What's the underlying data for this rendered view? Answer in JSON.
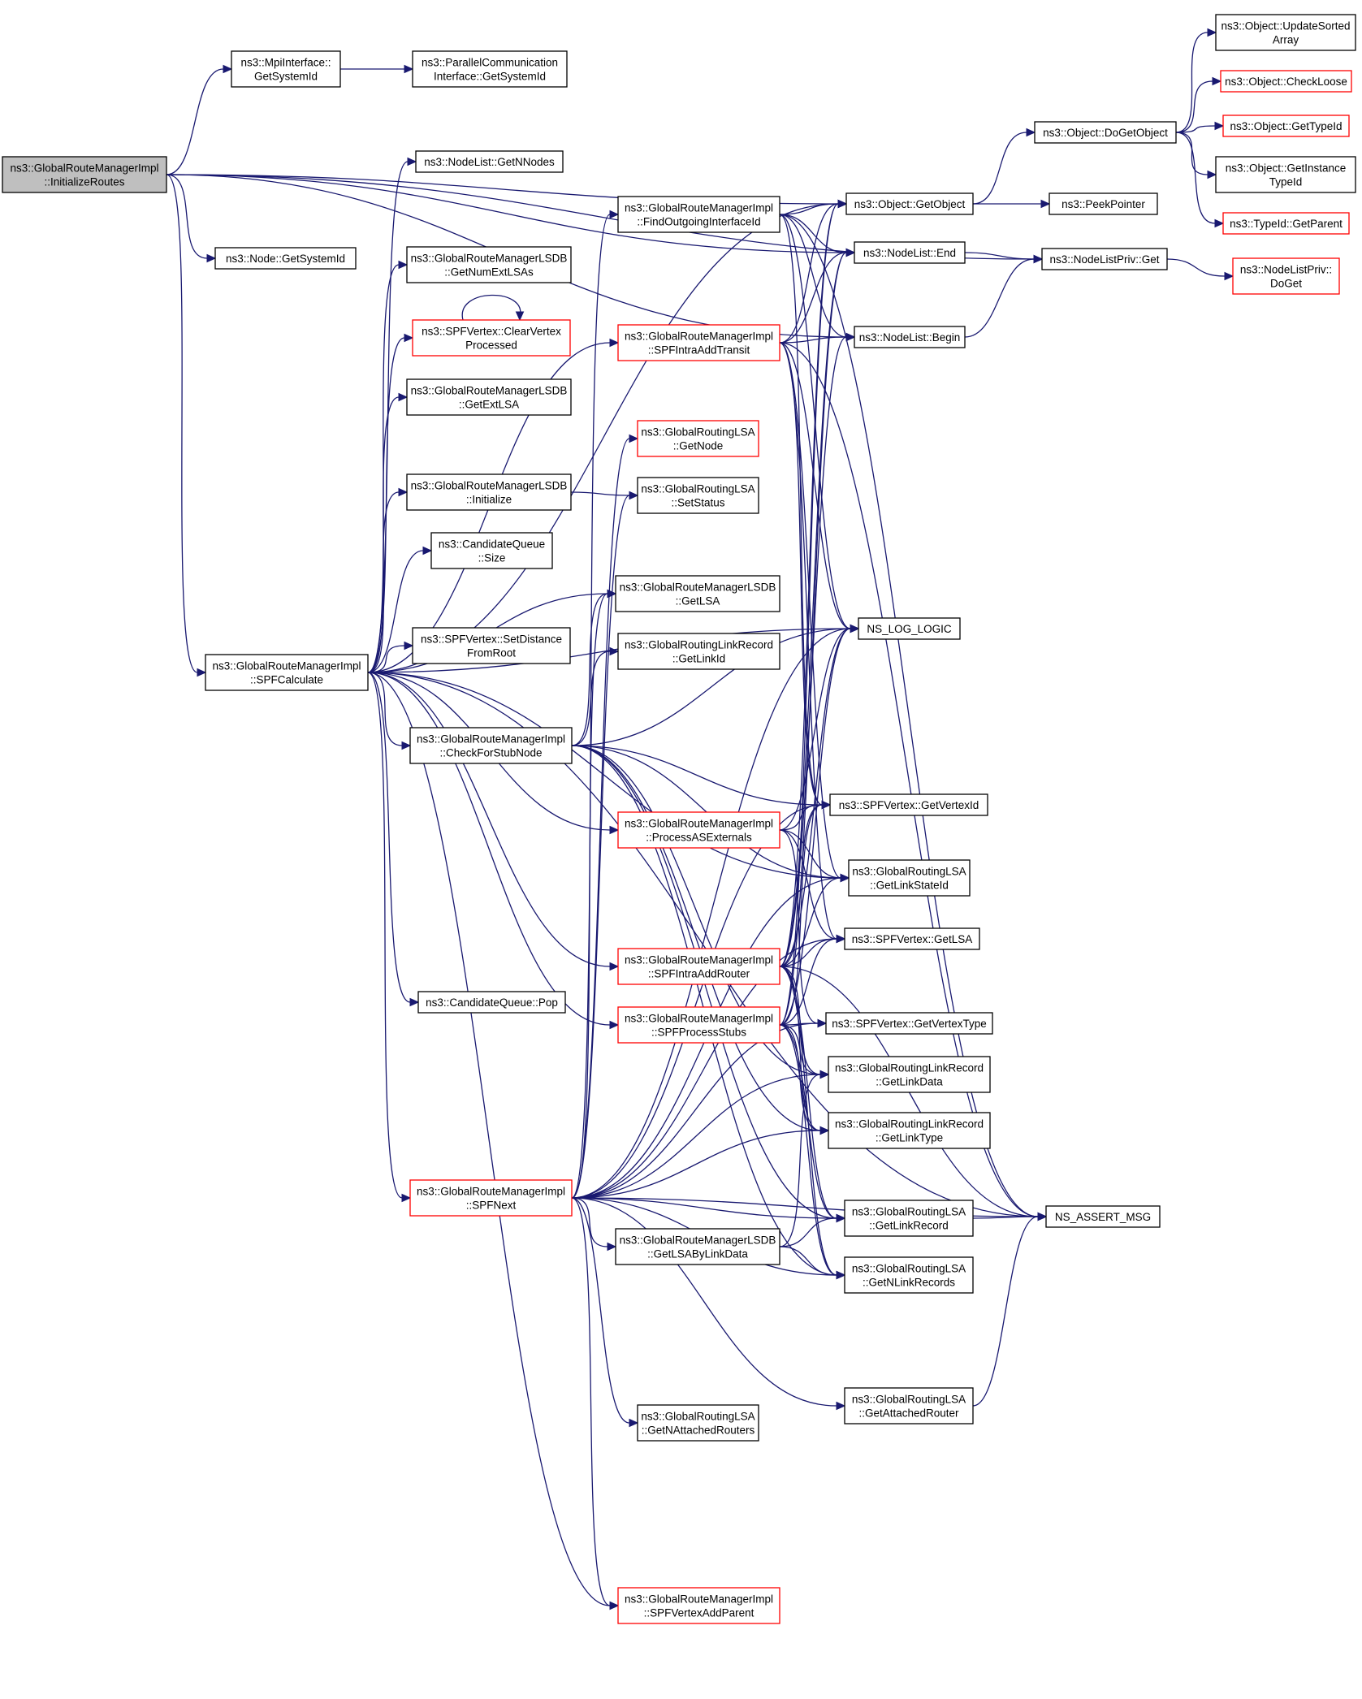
{
  "diagram": {
    "type": "call-graph",
    "root": "InitializeRoutes",
    "colors": {
      "edge": "#191970",
      "root_fill": "#bfbfbf",
      "node_border": "#000000",
      "truncated_border": "#ff0000"
    },
    "nodes": [
      {
        "id": "InitializeRoutes",
        "lines": [
          "ns3::GlobalRouteManagerImpl",
          "::InitializeRoutes"
        ],
        "style": "root"
      },
      {
        "id": "MpiGetSystemId",
        "lines": [
          "ns3::MpiInterface::",
          "GetSystemId"
        ],
        "style": "normal"
      },
      {
        "id": "ParallelGetSystemId",
        "lines": [
          "ns3::ParallelCommunication",
          "Interface::GetSystemId"
        ],
        "style": "normal"
      },
      {
        "id": "GetNNodes",
        "lines": [
          "ns3::NodeList::GetNNodes"
        ],
        "style": "normal"
      },
      {
        "id": "NodeGetSystemId",
        "lines": [
          "ns3::Node::GetSystemId"
        ],
        "style": "normal"
      },
      {
        "id": "GetNumExtLSAs",
        "lines": [
          "ns3::GlobalRouteManagerLSDB",
          "::GetNumExtLSAs"
        ],
        "style": "normal"
      },
      {
        "id": "ClearVertexProcessed",
        "lines": [
          "ns3::SPFVertex::ClearVertex",
          "Processed"
        ],
        "style": "red"
      },
      {
        "id": "GetExtLSA",
        "lines": [
          "ns3::GlobalRouteManagerLSDB",
          "::GetExtLSA"
        ],
        "style": "normal"
      },
      {
        "id": "LSDBInitialize",
        "lines": [
          "ns3::GlobalRouteManagerLSDB",
          "::Initialize"
        ],
        "style": "normal"
      },
      {
        "id": "CQSize",
        "lines": [
          "ns3::CandidateQueue",
          "::Size"
        ],
        "style": "normal"
      },
      {
        "id": "SetDistanceFromRoot",
        "lines": [
          "ns3::SPFVertex::SetDistance",
          "FromRoot"
        ],
        "style": "normal"
      },
      {
        "id": "SPFCalculate",
        "lines": [
          "ns3::GlobalRouteManagerImpl",
          "::SPFCalculate"
        ],
        "style": "normal"
      },
      {
        "id": "CheckForStubNode",
        "lines": [
          "ns3::GlobalRouteManagerImpl",
          "::CheckForStubNode"
        ],
        "style": "normal"
      },
      {
        "id": "CQPop",
        "lines": [
          "ns3::CandidateQueue::Pop"
        ],
        "style": "normal"
      },
      {
        "id": "SPFNext",
        "lines": [
          "ns3::GlobalRouteManagerImpl",
          "::SPFNext"
        ],
        "style": "red"
      },
      {
        "id": "FindOutgoingInterfaceId",
        "lines": [
          "ns3::GlobalRouteManagerImpl",
          "::FindOutgoingInterfaceId"
        ],
        "style": "normal"
      },
      {
        "id": "SPFIntraAddTransit",
        "lines": [
          "ns3::GlobalRouteManagerImpl",
          "::SPFIntraAddTransit"
        ],
        "style": "red"
      },
      {
        "id": "LSAGetNode",
        "lines": [
          "ns3::GlobalRoutingLSA",
          "::GetNode"
        ],
        "style": "red"
      },
      {
        "id": "LSASetStatus",
        "lines": [
          "ns3::GlobalRoutingLSA",
          "::SetStatus"
        ],
        "style": "normal"
      },
      {
        "id": "LSDBGetLSA",
        "lines": [
          "ns3::GlobalRouteManagerLSDB",
          "::GetLSA"
        ],
        "style": "normal"
      },
      {
        "id": "LinkRecordGetLinkId",
        "lines": [
          "ns3::GlobalRoutingLinkRecord",
          "::GetLinkId"
        ],
        "style": "normal"
      },
      {
        "id": "ProcessASExternals",
        "lines": [
          "ns3::GlobalRouteManagerImpl",
          "::ProcessASExternals"
        ],
        "style": "red"
      },
      {
        "id": "SPFIntraAddRouter",
        "lines": [
          "ns3::GlobalRouteManagerImpl",
          "::SPFIntraAddRouter"
        ],
        "style": "red"
      },
      {
        "id": "SPFProcessStubs",
        "lines": [
          "ns3::GlobalRouteManagerImpl",
          "::SPFProcessStubs"
        ],
        "style": "red"
      },
      {
        "id": "GetLSAByLinkData",
        "lines": [
          "ns3::GlobalRouteManagerLSDB",
          "::GetLSAByLinkData"
        ],
        "style": "normal"
      },
      {
        "id": "GetNAttachedRouters",
        "lines": [
          "ns3::GlobalRoutingLSA",
          "::GetNAttachedRouters"
        ],
        "style": "normal"
      },
      {
        "id": "SPFVertexAddParent",
        "lines": [
          "ns3::GlobalRouteManagerImpl",
          "::SPFVertexAddParent"
        ],
        "style": "red"
      },
      {
        "id": "GetObject",
        "lines": [
          "ns3::Object::GetObject"
        ],
        "style": "normal"
      },
      {
        "id": "NodeListEnd",
        "lines": [
          "ns3::NodeList::End"
        ],
        "style": "normal"
      },
      {
        "id": "NodeListBegin",
        "lines": [
          "ns3::NodeList::Begin"
        ],
        "style": "normal"
      },
      {
        "id": "NS_LOG_LOGIC",
        "lines": [
          "NS_LOG_LOGIC"
        ],
        "style": "normal"
      },
      {
        "id": "GetVertexId",
        "lines": [
          "ns3::SPFVertex::GetVertexId"
        ],
        "style": "normal"
      },
      {
        "id": "GetLinkStateId",
        "lines": [
          "ns3::GlobalRoutingLSA",
          "::GetLinkStateId"
        ],
        "style": "normal"
      },
      {
        "id": "VertexGetLSA",
        "lines": [
          "ns3::SPFVertex::GetLSA"
        ],
        "style": "normal"
      },
      {
        "id": "GetVertexType",
        "lines": [
          "ns3::SPFVertex::GetVertexType"
        ],
        "style": "normal"
      },
      {
        "id": "LinkRecordGetLinkData",
        "lines": [
          "ns3::GlobalRoutingLinkRecord",
          "::GetLinkData"
        ],
        "style": "normal"
      },
      {
        "id": "LinkRecordGetLinkType",
        "lines": [
          "ns3::GlobalRoutingLinkRecord",
          "::GetLinkType"
        ],
        "style": "normal"
      },
      {
        "id": "LSAGetLinkRecord",
        "lines": [
          "ns3::GlobalRoutingLSA",
          "::GetLinkRecord"
        ],
        "style": "normal"
      },
      {
        "id": "LSAGetNLinkRecords",
        "lines": [
          "ns3::GlobalRoutingLSA",
          "::GetNLinkRecords"
        ],
        "style": "normal"
      },
      {
        "id": "GetAttachedRouter",
        "lines": [
          "ns3::GlobalRoutingLSA",
          "::GetAttachedRouter"
        ],
        "style": "normal"
      },
      {
        "id": "NS_ASSERT_MSG",
        "lines": [
          "NS_ASSERT_MSG"
        ],
        "style": "normal"
      },
      {
        "id": "DoGetObject",
        "lines": [
          "ns3::Object::DoGetObject"
        ],
        "style": "normal"
      },
      {
        "id": "PeekPointer",
        "lines": [
          "ns3::PeekPointer"
        ],
        "style": "normal"
      },
      {
        "id": "NodeListPrivGet",
        "lines": [
          "ns3::NodeListPriv::Get"
        ],
        "style": "normal"
      },
      {
        "id": "UpdateSortedArray",
        "lines": [
          "ns3::Object::UpdateSorted",
          "Array"
        ],
        "style": "normal"
      },
      {
        "id": "CheckLoose",
        "lines": [
          "ns3::Object::CheckLoose"
        ],
        "style": "red"
      },
      {
        "id": "GetTypeId",
        "lines": [
          "ns3::Object::GetTypeId"
        ],
        "style": "red"
      },
      {
        "id": "GetInstanceTypeId",
        "lines": [
          "ns3::Object::GetInstance",
          "TypeId"
        ],
        "style": "normal"
      },
      {
        "id": "TypeIdGetParent",
        "lines": [
          "ns3::TypeId::GetParent"
        ],
        "style": "red"
      },
      {
        "id": "NodeListPrivDoGet",
        "lines": [
          "ns3::NodeListPriv::",
          "DoGet"
        ],
        "style": "red"
      }
    ],
    "edges": [
      [
        "InitializeRoutes",
        "MpiGetSystemId"
      ],
      [
        "InitializeRoutes",
        "GetObject"
      ],
      [
        "InitializeRoutes",
        "NodeListEnd"
      ],
      [
        "InitializeRoutes",
        "NodeListBegin"
      ],
      [
        "InitializeRoutes",
        "NodeListPrivGet"
      ],
      [
        "InitializeRoutes",
        "NodeGetSystemId"
      ],
      [
        "InitializeRoutes",
        "SPFCalculate"
      ],
      [
        "MpiGetSystemId",
        "ParallelGetSystemId"
      ],
      [
        "ClearVertexProcessed",
        "ClearVertexProcessed"
      ],
      [
        "LSDBInitialize",
        "LSASetStatus"
      ],
      [
        "SPFCalculate",
        "GetNNodes"
      ],
      [
        "SPFCalculate",
        "GetNumExtLSAs"
      ],
      [
        "SPFCalculate",
        "ClearVertexProcessed"
      ],
      [
        "SPFCalculate",
        "GetExtLSA"
      ],
      [
        "SPFCalculate",
        "LSDBInitialize"
      ],
      [
        "SPFCalculate",
        "CQSize"
      ],
      [
        "SPFCalculate",
        "SetDistanceFromRoot"
      ],
      [
        "SPFCalculate",
        "CheckForStubNode"
      ],
      [
        "SPFCalculate",
        "CQPop"
      ],
      [
        "SPFCalculate",
        "SPFNext"
      ],
      [
        "SPFCalculate",
        "ProcessASExternals"
      ],
      [
        "SPFCalculate",
        "SPFIntraAddTransit"
      ],
      [
        "SPFCalculate",
        "SPFIntraAddRouter"
      ],
      [
        "SPFCalculate",
        "SPFProcessStubs"
      ],
      [
        "SPFCalculate",
        "GetObject"
      ],
      [
        "SPFCalculate",
        "NS_LOG_LOGIC"
      ],
      [
        "SPFCalculate",
        "GetLinkStateId"
      ],
      [
        "SPFCalculate",
        "LSDBGetLSA"
      ],
      [
        "SPFCalculate",
        "NS_ASSERT_MSG"
      ],
      [
        "SPFCalculate",
        "SPFVertexAddParent"
      ],
      [
        "CheckForStubNode",
        "LSDBGetLSA"
      ],
      [
        "CheckForStubNode",
        "LinkRecordGetLinkId"
      ],
      [
        "CheckForStubNode",
        "GetVertexId"
      ],
      [
        "CheckForStubNode",
        "GetLinkStateId"
      ],
      [
        "CheckForStubNode",
        "NS_LOG_LOGIC"
      ],
      [
        "CheckForStubNode",
        "LinkRecordGetLinkData"
      ],
      [
        "CheckForStubNode",
        "LinkRecordGetLinkType"
      ],
      [
        "CheckForStubNode",
        "LSAGetNLinkRecords"
      ],
      [
        "CheckForStubNode",
        "LSAGetLinkRecord"
      ],
      [
        "FindOutgoingInterfaceId",
        "GetObject"
      ],
      [
        "FindOutgoingInterfaceId",
        "NodeListEnd"
      ],
      [
        "FindOutgoingInterfaceId",
        "NodeListBegin"
      ],
      [
        "FindOutgoingInterfaceId",
        "NS_LOG_LOGIC"
      ],
      [
        "FindOutgoingInterfaceId",
        "NS_ASSERT_MSG"
      ],
      [
        "FindOutgoingInterfaceId",
        "GetVertexId"
      ],
      [
        "SPFIntraAddTransit",
        "NodeListBegin"
      ],
      [
        "SPFIntraAddTransit",
        "NodeListEnd"
      ],
      [
        "SPFIntraAddTransit",
        "GetObject"
      ],
      [
        "SPFIntraAddTransit",
        "NS_LOG_LOGIC"
      ],
      [
        "SPFIntraAddTransit",
        "NS_ASSERT_MSG"
      ],
      [
        "SPFIntraAddTransit",
        "GetVertexId"
      ],
      [
        "SPFIntraAddTransit",
        "GetLinkStateId"
      ],
      [
        "SPFIntraAddTransit",
        "VertexGetLSA"
      ],
      [
        "ProcessASExternals",
        "GetVertexId"
      ],
      [
        "ProcessASExternals",
        "GetLinkStateId"
      ],
      [
        "ProcessASExternals",
        "VertexGetLSA"
      ],
      [
        "ProcessASExternals",
        "GetVertexType"
      ],
      [
        "ProcessASExternals",
        "NS_LOG_LOGIC"
      ],
      [
        "SPFIntraAddRouter",
        "NodeListBegin"
      ],
      [
        "SPFIntraAddRouter",
        "NodeListEnd"
      ],
      [
        "SPFIntraAddRouter",
        "GetObject"
      ],
      [
        "SPFIntraAddRouter",
        "NS_LOG_LOGIC"
      ],
      [
        "SPFIntraAddRouter",
        "GetVertexId"
      ],
      [
        "SPFIntraAddRouter",
        "GetLinkStateId"
      ],
      [
        "SPFIntraAddRouter",
        "VertexGetLSA"
      ],
      [
        "SPFIntraAddRouter",
        "NS_ASSERT_MSG"
      ],
      [
        "SPFIntraAddRouter",
        "LinkRecordGetLinkData"
      ],
      [
        "SPFIntraAddRouter",
        "LinkRecordGetLinkType"
      ],
      [
        "SPFIntraAddRouter",
        "LSAGetLinkRecord"
      ],
      [
        "SPFIntraAddRouter",
        "LSAGetNLinkRecords"
      ],
      [
        "SPFProcessStubs",
        "GetVertexType"
      ],
      [
        "SPFProcessStubs",
        "VertexGetLSA"
      ],
      [
        "SPFProcessStubs",
        "GetVertexId"
      ],
      [
        "SPFProcessStubs",
        "NS_LOG_LOGIC"
      ],
      [
        "SPFProcessStubs",
        "GetObject"
      ],
      [
        "SPFProcessStubs",
        "NodeListEnd"
      ],
      [
        "SPFProcessStubs",
        "LinkRecordGetLinkData"
      ],
      [
        "SPFProcessStubs",
        "LinkRecordGetLinkType"
      ],
      [
        "SPFProcessStubs",
        "LSAGetLinkRecord"
      ],
      [
        "SPFProcessStubs",
        "LSAGetNLinkRecords"
      ],
      [
        "SPFNext",
        "FindOutgoingInterfaceId"
      ],
      [
        "SPFNext",
        "LSAGetNode"
      ],
      [
        "SPFNext",
        "LSASetStatus"
      ],
      [
        "SPFNext",
        "LSDBGetLSA"
      ],
      [
        "SPFNext",
        "GetLSAByLinkData"
      ],
      [
        "SPFNext",
        "GetNAttachedRouters"
      ],
      [
        "SPFNext",
        "GetAttachedRouter"
      ],
      [
        "SPFNext",
        "SPFVertexAddParent"
      ],
      [
        "SPFNext",
        "NS_LOG_LOGIC"
      ],
      [
        "SPFNext",
        "NS_ASSERT_MSG"
      ],
      [
        "SPFNext",
        "GetVertexId"
      ],
      [
        "SPFNext",
        "GetLinkStateId"
      ],
      [
        "SPFNext",
        "VertexGetLSA"
      ],
      [
        "SPFNext",
        "GetVertexType"
      ],
      [
        "SPFNext",
        "LinkRecordGetLinkData"
      ],
      [
        "SPFNext",
        "LinkRecordGetLinkType"
      ],
      [
        "SPFNext",
        "LSAGetLinkRecord"
      ],
      [
        "SPFNext",
        "LSAGetNLinkRecords"
      ],
      [
        "GetLSAByLinkData",
        "LSAGetLinkRecord"
      ],
      [
        "GetLSAByLinkData",
        "LSAGetNLinkRecords"
      ],
      [
        "GetLSAByLinkData",
        "LinkRecordGetLinkData"
      ],
      [
        "GetAttachedRouter",
        "NS_ASSERT_MSG"
      ],
      [
        "LSAGetLinkRecord",
        "NS_ASSERT_MSG"
      ],
      [
        "GetObject",
        "DoGetObject"
      ],
      [
        "GetObject",
        "PeekPointer"
      ],
      [
        "NodeListEnd",
        "NodeListPrivGet"
      ],
      [
        "NodeListBegin",
        "NodeListPrivGet"
      ],
      [
        "NodeListPrivGet",
        "NodeListPrivDoGet"
      ],
      [
        "DoGetObject",
        "UpdateSortedArray"
      ],
      [
        "DoGetObject",
        "CheckLoose"
      ],
      [
        "DoGetObject",
        "GetTypeId"
      ],
      [
        "DoGetObject",
        "GetInstanceTypeId"
      ],
      [
        "DoGetObject",
        "TypeIdGetParent"
      ]
    ]
  }
}
